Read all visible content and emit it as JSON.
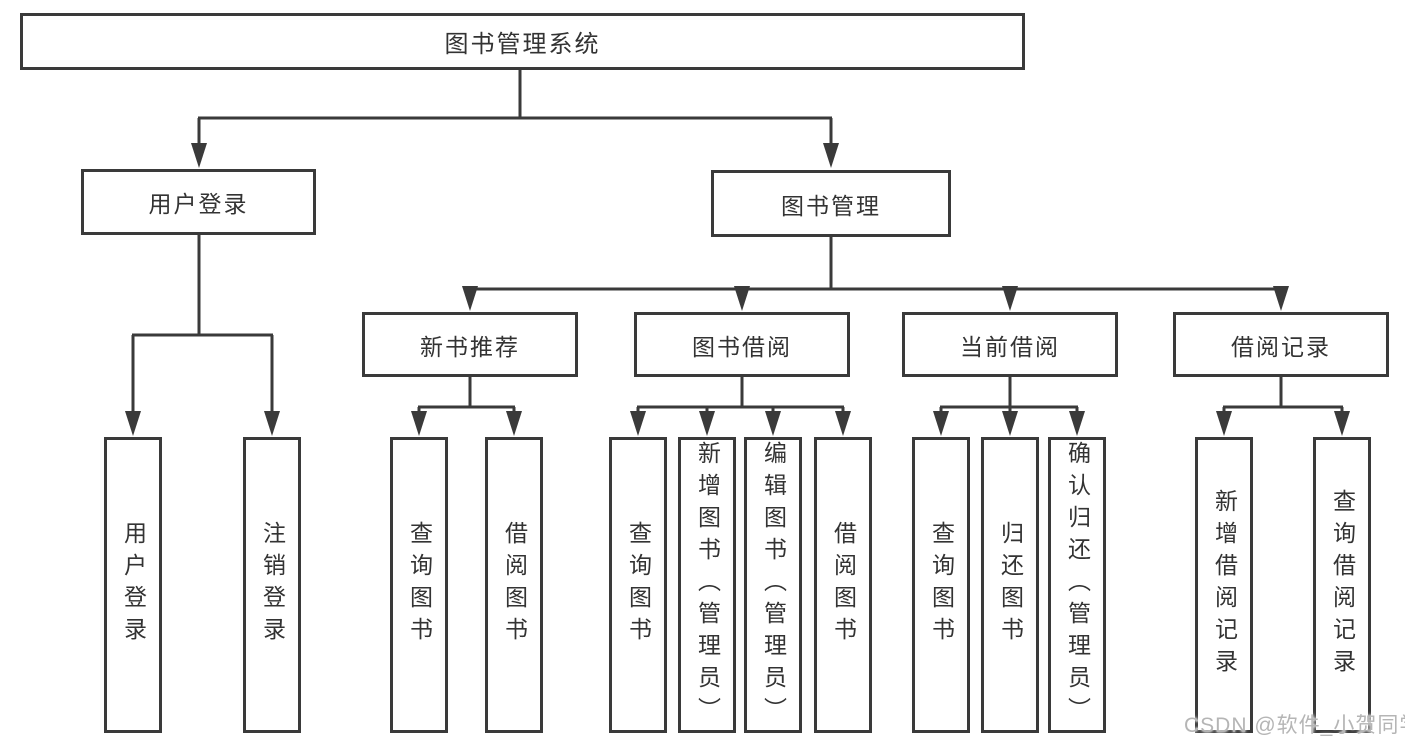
{
  "tree": {
    "root": {
      "label": "图书管理系统"
    },
    "branches": [
      {
        "label": "用户登录",
        "leaves": [
          {
            "label": "用户登录"
          },
          {
            "label": "注销登录"
          }
        ]
      },
      {
        "label": "图书管理",
        "groups": [
          {
            "label": "新书推荐",
            "leaves": [
              {
                "label": "查询图书"
              },
              {
                "label": "借阅图书"
              }
            ]
          },
          {
            "label": "图书借阅",
            "leaves": [
              {
                "label": "查询图书"
              },
              {
                "label": "新增图书（管理员）"
              },
              {
                "label": "编辑图书（管理员）"
              },
              {
                "label": "借阅图书"
              }
            ]
          },
          {
            "label": "当前借阅",
            "leaves": [
              {
                "label": "查询图书"
              },
              {
                "label": "归还图书"
              },
              {
                "label": "确认归还（管理员）"
              }
            ]
          },
          {
            "label": "借阅记录",
            "leaves": [
              {
                "label": "新增借阅记录"
              },
              {
                "label": "查询借阅记录"
              }
            ]
          }
        ]
      }
    ]
  },
  "watermark": {
    "text": "CSDN @软件_小贺同学"
  },
  "colors": {
    "line": "#3a3a3a",
    "box_border": "#3a3a3a",
    "box_fill": "#ffffff",
    "text": "#333333",
    "background": "#ffffff",
    "watermark": "#b5b5b5"
  }
}
